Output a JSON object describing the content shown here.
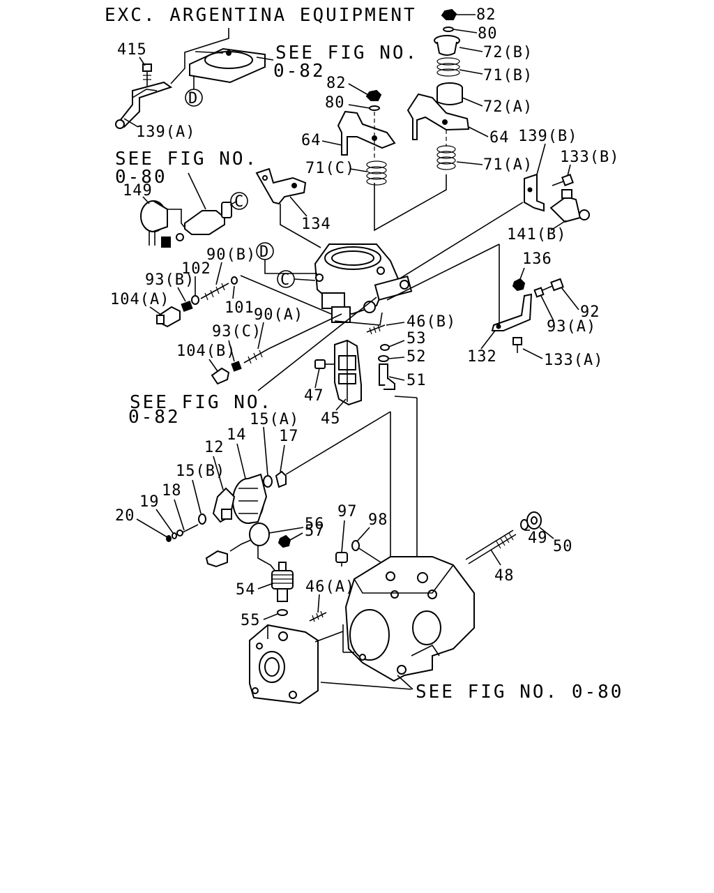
{
  "title": "EXC. ARGENTINA EQUIPMENT",
  "references": {
    "see_082_top_a": "SEE FIG NO.",
    "see_082_top_b": "0-82",
    "see_080_left_a": "SEE FIG NO.",
    "see_080_left_b": "0-80",
    "see_082_mid_a": "SEE FIG NO.",
    "see_082_mid_b": "0-82",
    "see_080_bottom": "SEE FIG NO. 0-80"
  },
  "connectors": {
    "c": "C",
    "d": "D"
  },
  "labels": {
    "p415": "415",
    "p139a": "139(A)",
    "p82a": "82",
    "p80a": "80",
    "p72b": "72(B)",
    "p71b": "71(B)",
    "p82b": "82",
    "p80b": "80",
    "p72a": "72(A)",
    "p64a": "64",
    "p64b": "64",
    "p139b": "139(B)",
    "p133b": "133(B)",
    "p71c": "71(C)",
    "p71a": "71(A)",
    "p149": "149",
    "p134": "134",
    "p141b": "141(B)",
    "p90b": "90(B)",
    "p102": "102",
    "p93b": "93(B)",
    "p104a": "104(A)",
    "p101": "101",
    "p90a": "90(A)",
    "p136": "136",
    "p92": "92",
    "p93a": "93(A)",
    "p46b": "46(B)",
    "p53": "53",
    "p52": "52",
    "p51": "51",
    "p93c": "93(C)",
    "p104b": "104(B)",
    "p132": "132",
    "p133a": "133(A)",
    "p47": "47",
    "p45": "45",
    "p15a": "15(A)",
    "p17": "17",
    "p14": "14",
    "p12": "12",
    "p15b": "15(B)",
    "p18": "18",
    "p19": "19",
    "p20": "20",
    "p56": "56",
    "p97": "97",
    "p98": "98",
    "p57": "57",
    "p50": "50",
    "p49": "49",
    "p48": "48",
    "p54": "54",
    "p46a": "46(A)",
    "p55": "55"
  }
}
